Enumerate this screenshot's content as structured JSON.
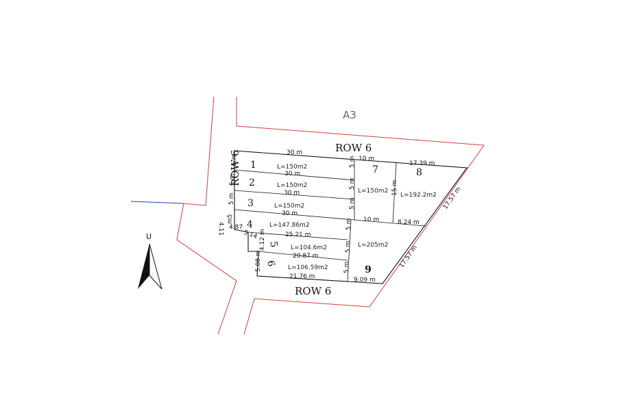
{
  "block_label": "A3",
  "roads": {
    "top": "ROW 6",
    "left": "ROW 6",
    "bottom": "ROW 6"
  },
  "north_label": "U",
  "lots": [
    {
      "number": "1",
      "area": "L=150m2"
    },
    {
      "number": "2",
      "area": "L=150m2"
    },
    {
      "number": "3",
      "area": "L=150m2"
    },
    {
      "number": "4",
      "area": "L=147.86m2"
    },
    {
      "number": "5",
      "area": "L=104.6m2"
    },
    {
      "number": "6",
      "area": "L=106.59m2"
    },
    {
      "number": "7",
      "area": "L=150m2"
    },
    {
      "number": "8",
      "area": "L=192.2m2"
    },
    {
      "number": "9",
      "area": "L=205m2"
    }
  ],
  "dimensions": {
    "top_30": "30 m",
    "top_10": "10 m",
    "top_1739": "17.39 m",
    "lot1_bottom": "30 m",
    "lot2_bottom": "30 m",
    "lot3_bottom": "30 m",
    "lot4_bottom": "25.21 m",
    "lot5_bottom": "20.87 m",
    "lot6_bottom": "21.76 m",
    "lot7_bottom": "10 m",
    "lot8_bottom": "8.24 m",
    "lot9_bottom": "9.09 m",
    "diag_upper": "17.57 m",
    "diag_lower": "17.57 m",
    "lot1_left": "5 m",
    "lot2_left": "5 m",
    "lot3_left": "5 m",
    "lot4_left_a": "m5",
    "lot4_left_b": "4.11",
    "lot4_step_a": "4.87",
    "lot4_step_b": "5.14",
    "lot5_left": "4.12 m",
    "lot6_left": "5.08 m",
    "lot1_right": "5 m",
    "lot2_right": "5 m",
    "lot3_right": "5 m",
    "lot4_right": "5 m",
    "lot5_right": "5 m",
    "lot6_right": "5 m",
    "lot7_height": "15 m"
  }
}
